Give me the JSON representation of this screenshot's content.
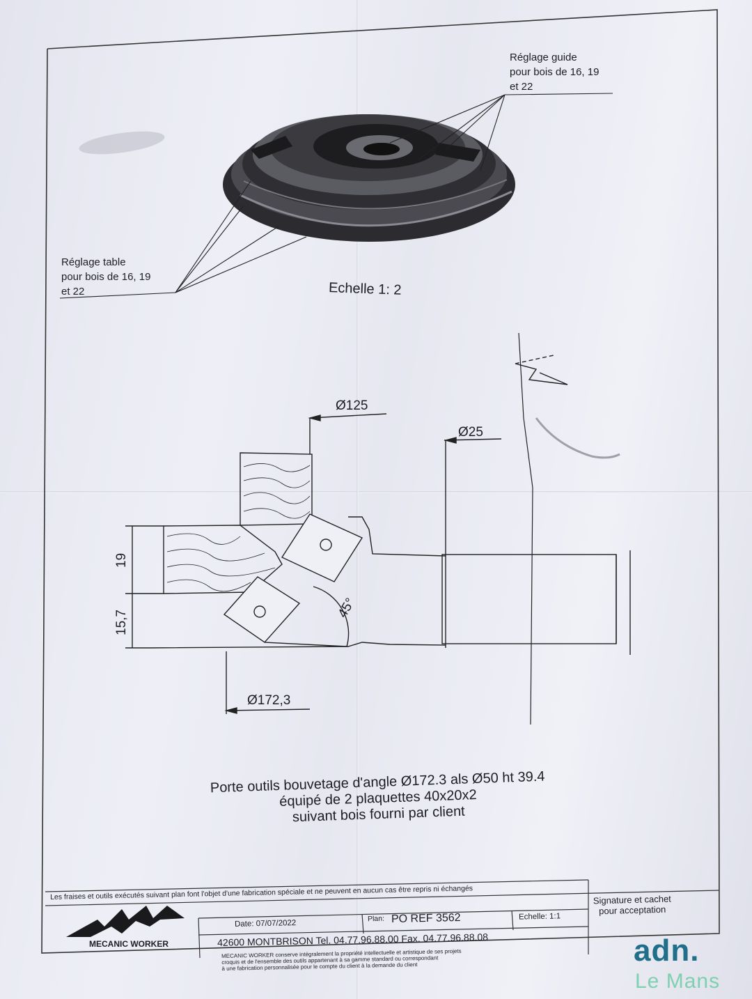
{
  "callouts": {
    "guide": [
      "Réglage guide",
      "pour bois de 16, 19",
      "et 22"
    ],
    "table": [
      "Réglage table",
      "pour bois de 16, 19",
      "et 22"
    ]
  },
  "scale": "Echelle 1: 2",
  "dimensions": {
    "d125": "Ø125",
    "d25": "Ø25",
    "d172": "Ø172,3",
    "h19": "19",
    "h157": "15,7",
    "angle": "45°"
  },
  "description": [
    "Porte outils bouvetage d'angle Ø172.3 als Ø50 ht 39.4",
    "équipé de 2 plaquettes 40x20x2",
    "suivant bois fourni par client"
  ],
  "title_block": {
    "disclaimer": "Les fraises et outils exécutés suivant plan font l'objet d'une fabrication spéciale et ne peuvent en aucun cas être repris ni échangés",
    "signature": [
      "Signature et cachet",
      "pour acceptation"
    ],
    "date": "Date: 07/07/2022",
    "plan_label": "Plan:",
    "plan_value": "PO REF 3562",
    "echelle": "Echelle: 1:1",
    "address": "42600 MONTBRISON Tel. 04.77.96.88.00 Fax. 04.77.96.88.08",
    "legal": [
      "MECANIC WORKER conserve intégralement la propriété intellectuelle et artistique de ses projets",
      "croquis et de l'ensemble des outils appartenant à sa gamme standard ou correspondant",
      "à une fabrication personnalisée pour le compte du client à la demande du client"
    ],
    "company": "MECANIC WORKER"
  },
  "watermark": {
    "main": "adn.",
    "sub": "Le Mans",
    "main_color": "#1f6f8a",
    "sub_color": "#7fd0b0"
  }
}
